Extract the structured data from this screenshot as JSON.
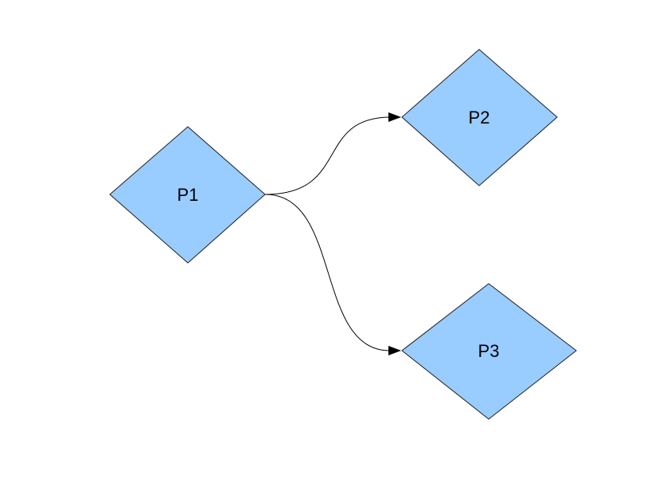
{
  "colors": {
    "node_fill": "#99ccff",
    "node_stroke": "#1f1f1f",
    "edge": "#000000",
    "background": "#ffffff"
  },
  "nodes": [
    {
      "id": "p1",
      "label": "P1",
      "shape": "diamond"
    },
    {
      "id": "p2",
      "label": "P2",
      "shape": "diamond"
    },
    {
      "id": "p3",
      "label": "P3",
      "shape": "diamond"
    }
  ],
  "edges": [
    {
      "from": "p1",
      "to": "p2",
      "arrow": "end"
    },
    {
      "from": "p1",
      "to": "p3",
      "arrow": "end"
    }
  ]
}
